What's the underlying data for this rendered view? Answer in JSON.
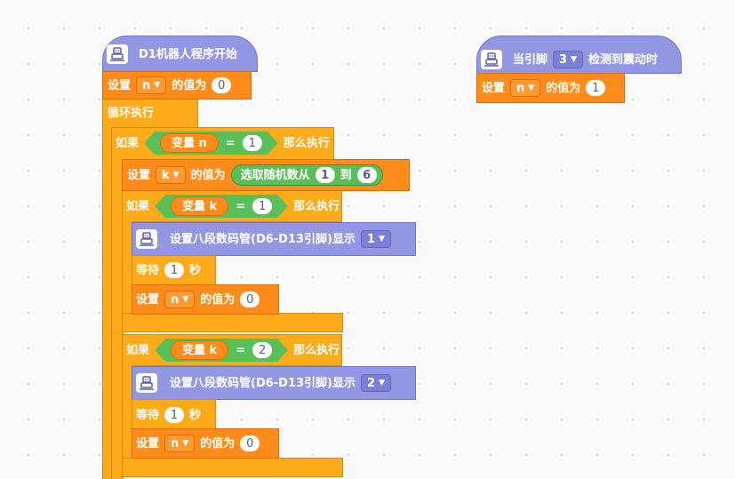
{
  "left_script": {
    "hat": {
      "label": "D1机器人程序开始",
      "icon": "robot-icon"
    },
    "set_n_init": {
      "set_label": "设置",
      "var": "n",
      "to_label": "的值为",
      "value": "0"
    },
    "loop": {
      "label": "循环执行"
    },
    "if_n": {
      "if_label": "如果",
      "var_label": "变量 n",
      "eq": "=",
      "value": "1",
      "then_label": "那么执行",
      "set_k": {
        "set_label": "设置",
        "var": "k",
        "to_label": "的值为",
        "rand_label": "选取随机数从",
        "from": "1",
        "to": "到",
        "max": "6"
      },
      "if_k1": {
        "if_label": "如果",
        "var_label": "变量 k",
        "eq": "=",
        "value": "1",
        "then_label": "那么执行",
        "display": {
          "label": "设置八段数码管(D6-D13引脚)显示",
          "value": "1"
        },
        "wait": {
          "label": "等待",
          "value": "1",
          "unit": "秒"
        },
        "set_n": {
          "set_label": "设置",
          "var": "n",
          "to_label": "的值为",
          "value": "0"
        }
      },
      "if_k2": {
        "if_label": "如果",
        "var_label": "变量 k",
        "eq": "=",
        "value": "2",
        "then_label": "那么执行",
        "display": {
          "label": "设置八段数码管(D6-D13引脚)显示",
          "value": "2"
        },
        "wait": {
          "label": "等待",
          "value": "1",
          "unit": "秒"
        },
        "set_n": {
          "set_label": "设置",
          "var": "n",
          "to_label": "的值为",
          "value": "0"
        }
      }
    }
  },
  "right_script": {
    "hat": {
      "prefix": "当引脚",
      "pin": "3",
      "suffix": "检测到震动时",
      "icon": "robot-icon"
    },
    "set_n": {
      "set_label": "设置",
      "var": "n",
      "to_label": "的值为",
      "value": "1"
    }
  },
  "colors": {
    "events_hat": "#9297e3",
    "variables": "#ff8c1a",
    "control": "#ffab19",
    "operators": "#59c059"
  }
}
